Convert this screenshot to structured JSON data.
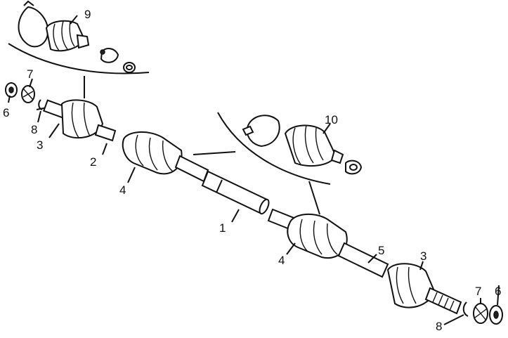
{
  "diagram": {
    "callouts": {
      "c1": "1",
      "c2": "2",
      "c3_left": "3",
      "c3_right": "3",
      "c4_left": "4",
      "c4_right": "4",
      "c5": "5",
      "c6_left": "6",
      "c6_right": "6",
      "c7_left": "7",
      "c7_right": "7",
      "c8_left": "8",
      "c8_right": "8",
      "c9": "9",
      "c10": "10"
    }
  }
}
